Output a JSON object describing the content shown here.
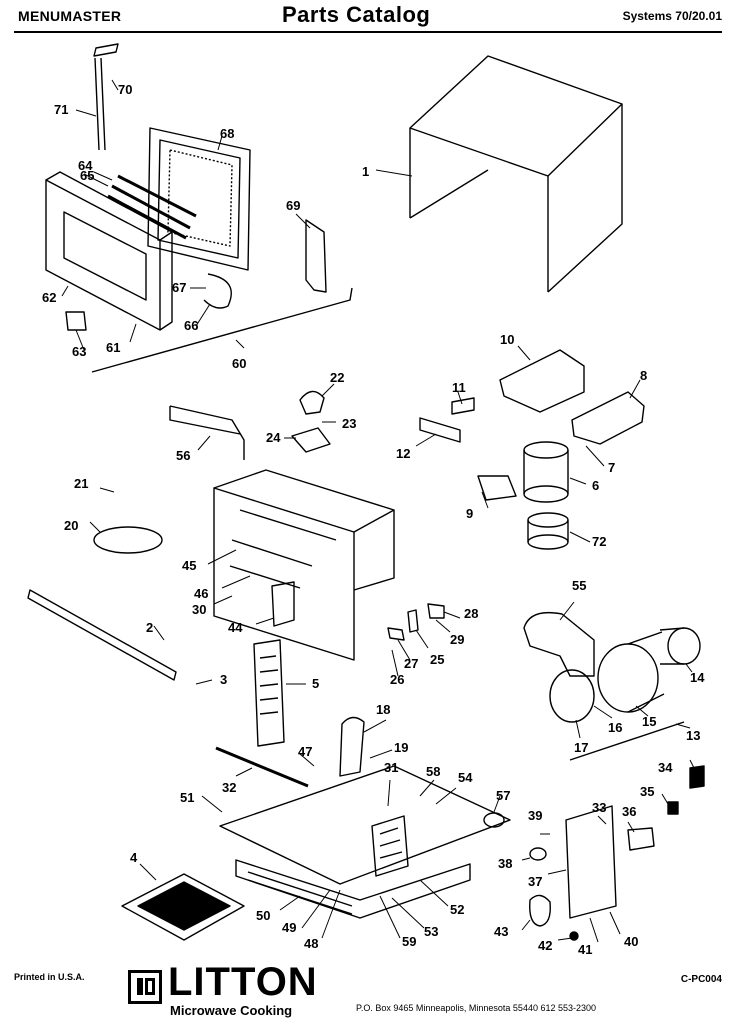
{
  "header": {
    "brand": "MENUMASTER",
    "title": "Parts  Catalog",
    "systems": "Systems 70/20.01"
  },
  "part_labels": [
    "1",
    "2",
    "3",
    "4",
    "5",
    "6",
    "7",
    "8",
    "9",
    "10",
    "11",
    "12",
    "13",
    "14",
    "15",
    "16",
    "17",
    "18",
    "19",
    "20",
    "21",
    "22",
    "23",
    "24",
    "25",
    "26",
    "27",
    "28",
    "29",
    "30",
    "31",
    "32",
    "33",
    "34",
    "35",
    "36",
    "37",
    "38",
    "39",
    "40",
    "41",
    "42",
    "43",
    "44",
    "45",
    "46",
    "47",
    "48",
    "49",
    "50",
    "51",
    "52",
    "53",
    "54",
    "55",
    "56",
    "57",
    "58",
    "59",
    "60",
    "61",
    "62",
    "63",
    "64",
    "65",
    "66",
    "67",
    "68",
    "69",
    "70",
    "71",
    "72"
  ],
  "footer": {
    "printed": "Printed in U.S.A.",
    "logo_text": "LITTON",
    "logo_sub": "Microwave Cooking",
    "address": "P.O. Box 9465   Minneapolis, Minnesota 55440   612  553-2300",
    "code": "C-PC004"
  },
  "colors": {
    "ink": "#000000",
    "paper": "#ffffff"
  }
}
